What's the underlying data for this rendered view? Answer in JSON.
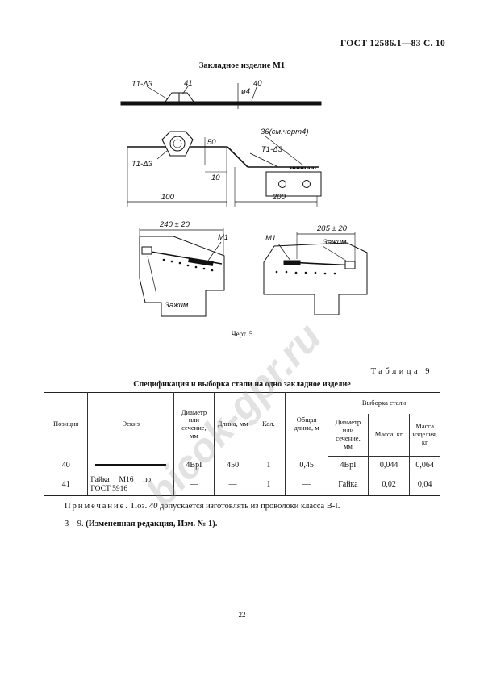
{
  "header": {
    "standard": "ГОСТ 12586.1—83 С. 10"
  },
  "drawing": {
    "title": "Закладное изделие М1",
    "labels": {
      "weld_top": "Т1-Δ3",
      "pos41_top": "41",
      "pos40": "40",
      "dia": "ø4",
      "ref36": "36(см.черт4)",
      "dim50": "50",
      "weld_mid_left": "Т1-Δ3",
      "weld_mid_right": "Т1-Δ3",
      "dim10": "10",
      "dim100": "100",
      "dim200": "200",
      "dim240": "240 ± 20",
      "m1_left": "М1",
      "clamp_left": "Зажим",
      "dim285": "285 ± 20",
      "m1_right": "М1",
      "clamp_right": "Зажим"
    },
    "caption": "Черт. 5"
  },
  "table": {
    "label": "Таблица 9",
    "title": "Спецификация и выборка стали на одно закладное изделие",
    "headers": {
      "position": "Позиция",
      "sketch": "Эскиз",
      "diameter": "Диаметр или сечение, мм",
      "length": "Длина, мм",
      "qty": "Кол.",
      "total_length": "Общая длина, м",
      "selection": "Выборка стали",
      "sel_diameter": "Диаметр или сечение, мм",
      "sel_mass": "Масса, кг",
      "item_mass": "Масса изделия, кг"
    },
    "rows": [
      {
        "position": "40",
        "diameter": "4ВрI",
        "length": "450",
        "qty": "1",
        "total_length": "0,45",
        "sel_diameter": "4ВрI",
        "sel_mass": "0,044",
        "item_mass": "0,064"
      },
      {
        "position": "41",
        "sketch_text": "Гайка     М16     по ГОСТ 5916",
        "diameter": "—",
        "length": "—",
        "qty": "1",
        "total_length": "—",
        "sel_diameter": "Гайка",
        "sel_mass": "0,02",
        "item_mass": "0,04"
      }
    ]
  },
  "note": {
    "label": "Примечание.",
    "text_a": " Поз. ",
    "pos": "40",
    "text_b": " допускается изготовлять из проволоки класса В-I."
  },
  "change": {
    "num": "3—9. ",
    "text": "(Измененная редакция, Изм. № 1)."
  },
  "page_number": "22",
  "watermark": "bicok-gpr.ru"
}
